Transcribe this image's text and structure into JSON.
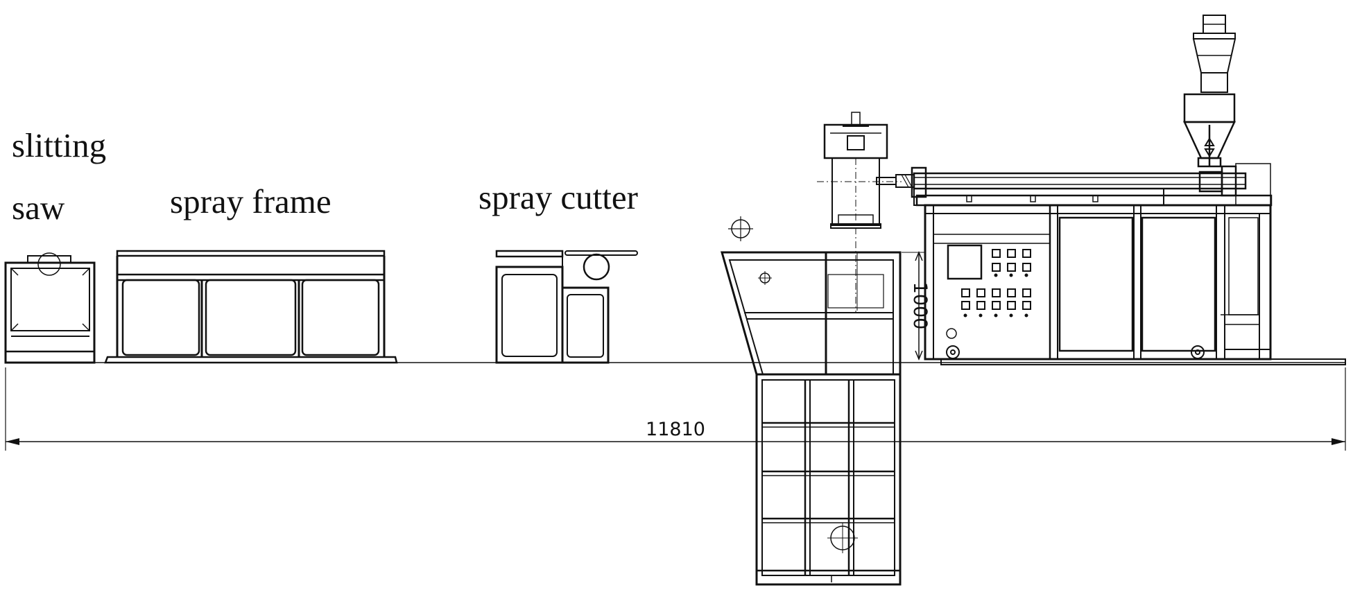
{
  "labels": {
    "slitting": "slitting",
    "saw": "saw",
    "spray_frame": "spray frame",
    "spray_cutter": "spray cutter"
  },
  "dimensions": {
    "overall_length": "11810",
    "tank_height": "1000"
  },
  "colors": {
    "line": "#111111",
    "background": "#ffffff"
  }
}
